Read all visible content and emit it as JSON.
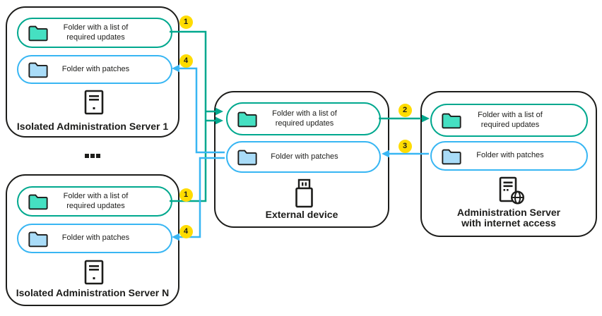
{
  "colors": {
    "ink": "#1d1d1b",
    "teal_line": "#00A88E",
    "teal_folder_fill": "#45E0C2",
    "blue_line": "#38B6F3",
    "blue_folder_fill": "#A9DCF8",
    "badge_yellow": "#FFDC00",
    "background": "#ffffff"
  },
  "labels": {
    "folder_updates": "Folder with a list of\nrequired updates",
    "folder_patches": "Folder with patches",
    "ellipsis": "..."
  },
  "nodes": {
    "server1": {
      "title": "Isolated Administration Server 1",
      "icon": "tower-server-icon"
    },
    "serverN": {
      "title": "Isolated Administration Server N",
      "icon": "tower-server-icon"
    },
    "external": {
      "title": "External device",
      "icon": "usb-drive-icon"
    },
    "admin": {
      "title": "Administration Server\nwith internet access",
      "icon": "server-with-globe-icon"
    }
  },
  "badges": {
    "step1_server1": "1",
    "step4_server1": "4",
    "step1_serverN": "1",
    "step4_serverN": "4",
    "step2": "2",
    "step3": "3"
  }
}
